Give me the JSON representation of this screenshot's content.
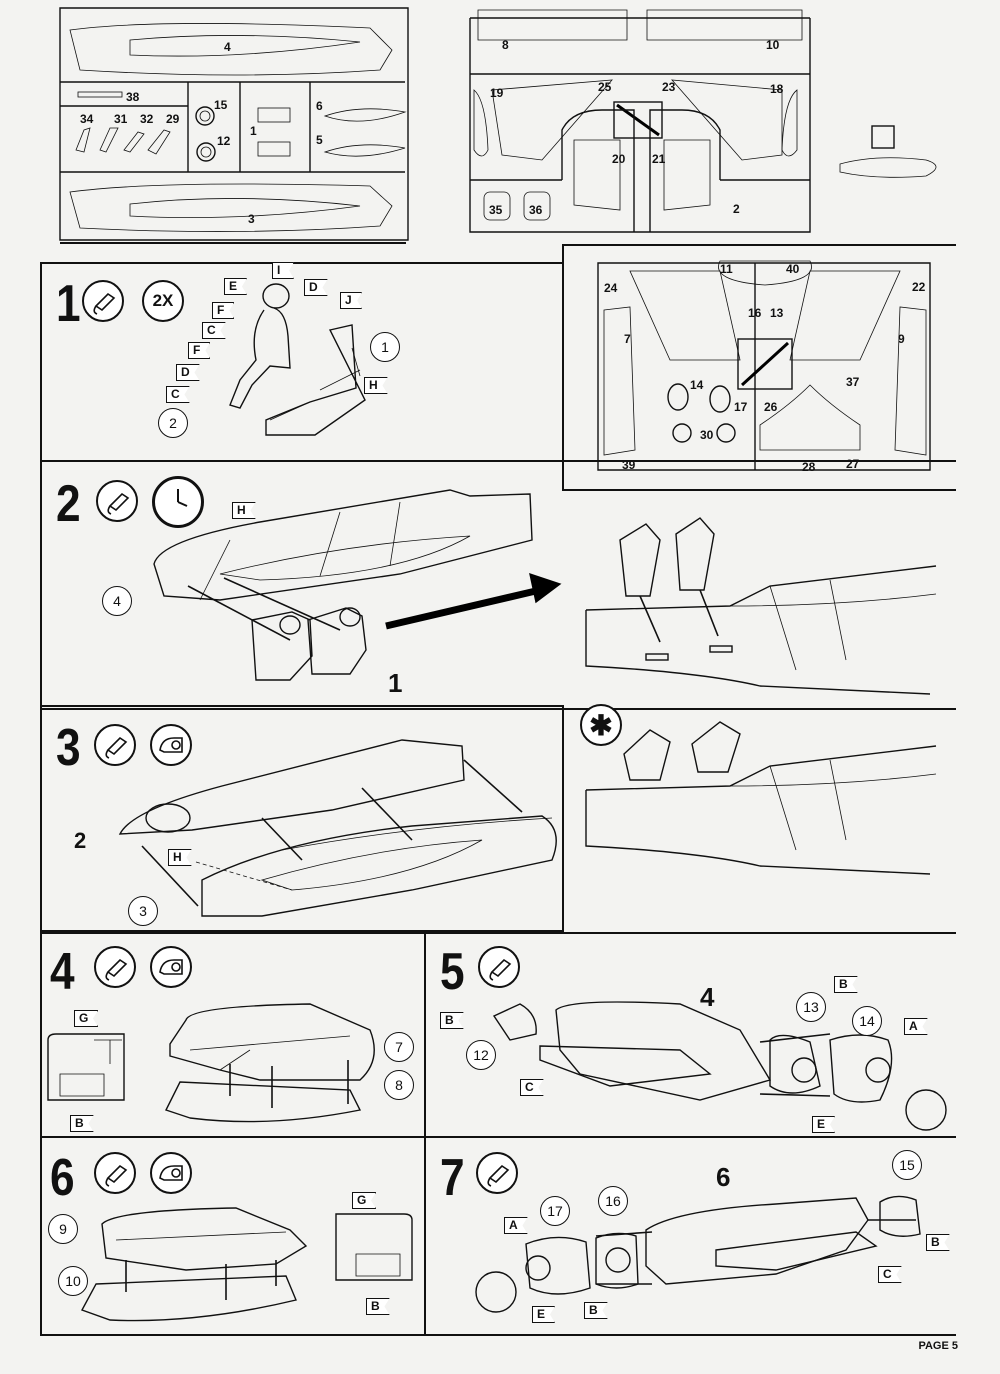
{
  "sprue_a": {
    "parts": {
      "p4": "4",
      "p38": "38",
      "p34": "34",
      "p31": "31",
      "p32": "32",
      "p29": "29",
      "p15": "15",
      "p12": "12",
      "p1": "1",
      "p6": "6",
      "p5": "5",
      "p3": "3"
    }
  },
  "sprue_b": {
    "parts": {
      "p8": "8",
      "p10": "10",
      "p19": "19",
      "p25": "25",
      "p23": "23",
      "p18": "18",
      "p20": "20",
      "p21": "21",
      "p35": "35",
      "p36": "36",
      "p2": "2"
    }
  },
  "sprue_c": {
    "parts": {
      "p11": "11",
      "p40": "40",
      "p24": "24",
      "p22": "22",
      "p16": "16",
      "p13": "13",
      "p7": "7",
      "p9": "9",
      "p14": "14",
      "p17": "17",
      "p26": "26",
      "p37": "37",
      "p30": "30",
      "p39": "39",
      "p28": "28",
      "p27": "27"
    }
  },
  "step1": {
    "number": "1",
    "multiplier": "2X",
    "flags": {
      "E": "E",
      "I": "I",
      "D1": "D",
      "J": "J",
      "F1": "F",
      "C1": "C",
      "F2": "F",
      "D2": "D",
      "C2": "C",
      "H": "H"
    },
    "callouts": {
      "c1": "1",
      "c2": "2"
    }
  },
  "step2": {
    "number": "2",
    "flags": {
      "H": "H"
    },
    "callouts": {
      "c4": "4"
    },
    "part_label": "1"
  },
  "step3": {
    "number": "3",
    "labels": {
      "l2": "2"
    },
    "flags": {
      "H": "H"
    },
    "callouts": {
      "c3": "3"
    }
  },
  "step4": {
    "number": "4",
    "flags": {
      "G": "G",
      "B": "B"
    },
    "callouts": {
      "c7": "7",
      "c8": "8"
    }
  },
  "step5": {
    "number": "5",
    "label4": "4",
    "flags": {
      "B1": "B",
      "B2": "B",
      "C": "C",
      "A": "A",
      "E": "E"
    },
    "callouts": {
      "c12": "12",
      "c13": "13",
      "c14": "14"
    }
  },
  "step6": {
    "number": "6",
    "flags": {
      "G": "G",
      "B": "B"
    },
    "callouts": {
      "c9": "9",
      "c10": "10"
    }
  },
  "step7": {
    "number": "7",
    "label6": "6",
    "flags": {
      "A": "A",
      "E": "E",
      "B": "B",
      "C": "C",
      "Bb": "B"
    },
    "callouts": {
      "c17": "17",
      "c16": "16",
      "c15": "15"
    }
  },
  "footer": {
    "page": "PAGE 5"
  }
}
